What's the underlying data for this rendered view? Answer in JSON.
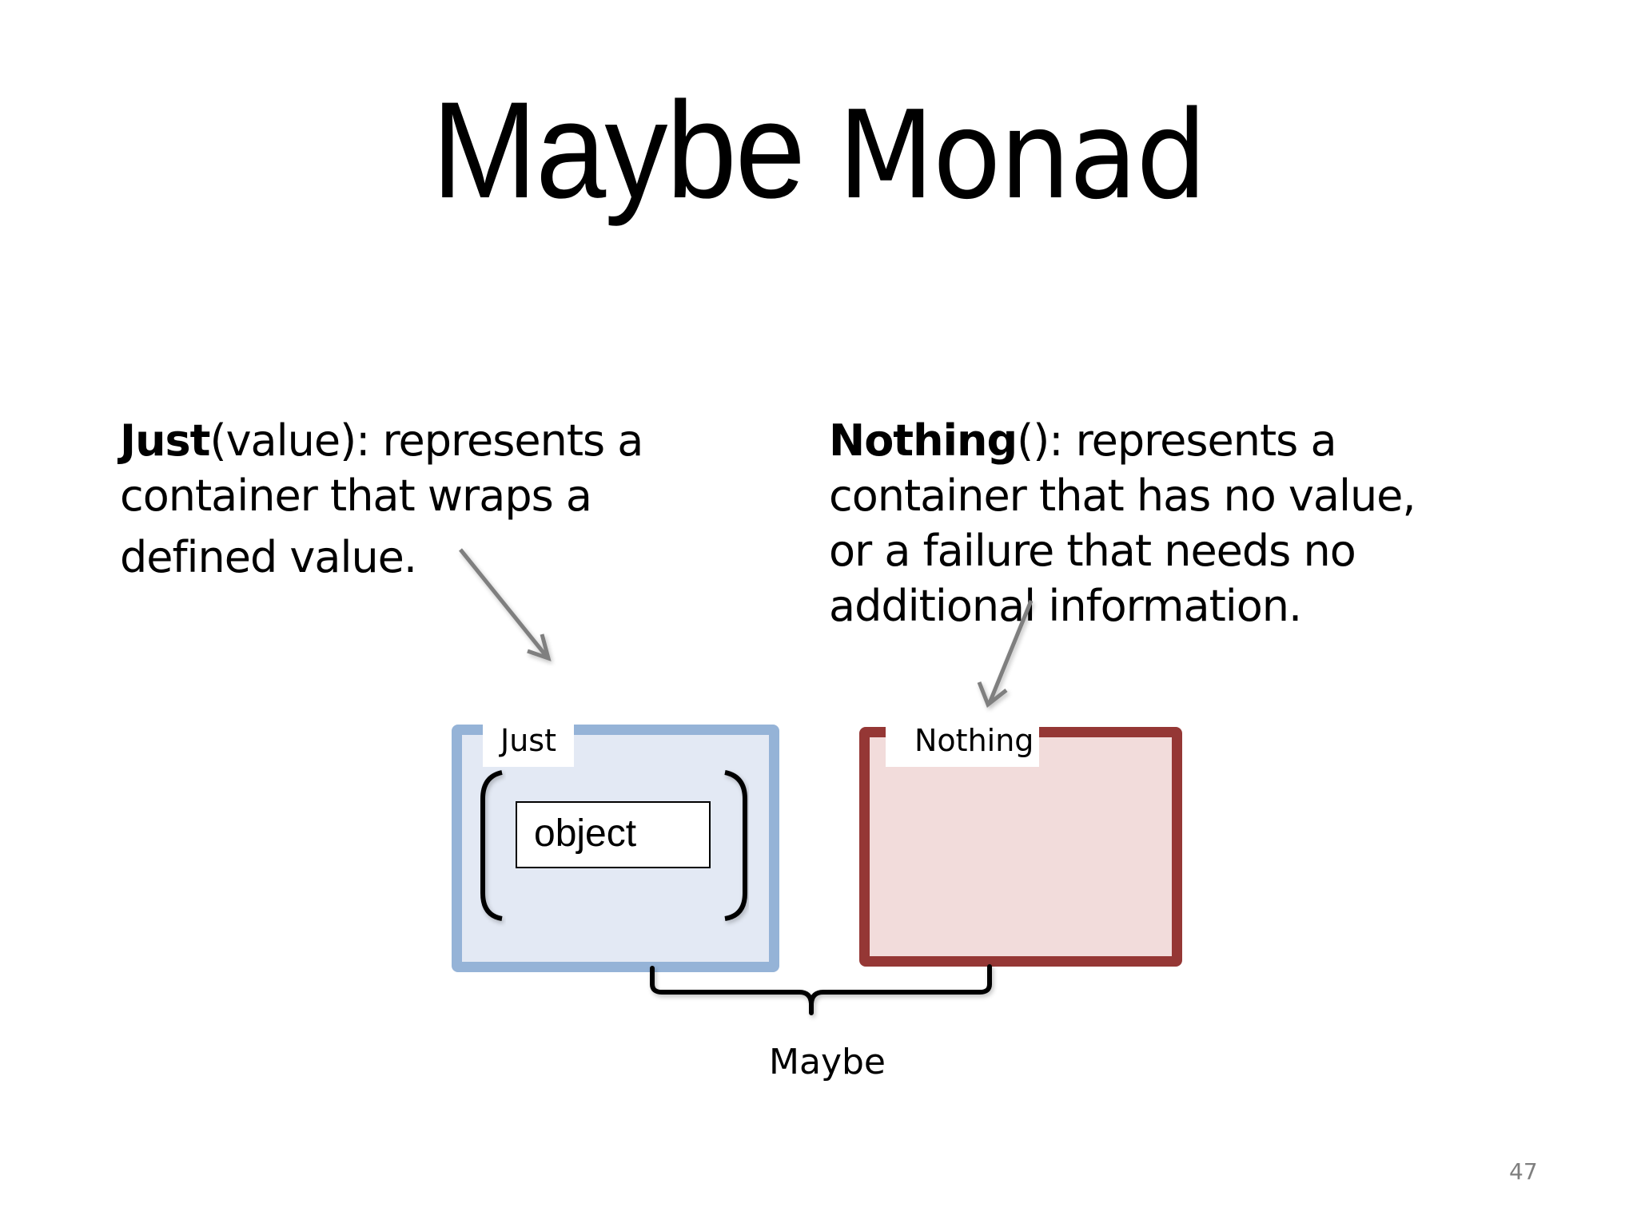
{
  "slide": {
    "title": {
      "word1": "Maybe",
      "word2": "Monad"
    },
    "page_number": "47",
    "descriptions": {
      "just": {
        "keyword": "Just",
        "signature": "(value)",
        "line1_rest": ": represents a",
        "line2": "container that wraps a",
        "line3": "defined value."
      },
      "nothing": {
        "keyword": "Nothing",
        "signature": "()",
        "line1_rest": ": represents a",
        "line2": "container that has no value,",
        "line3": "or a failure that needs no",
        "line4": "additional information."
      }
    },
    "diagram": {
      "just_box": {
        "label": "Just",
        "content": "object",
        "border_color": "#95b3d7",
        "fill_color": "#e3e9f4"
      },
      "nothing_box": {
        "label": "Nothing",
        "border_color": "#953735",
        "fill_color": "#f2dcdb"
      },
      "group_label": "Maybe",
      "arrow_color": "#7f7f7f"
    }
  }
}
